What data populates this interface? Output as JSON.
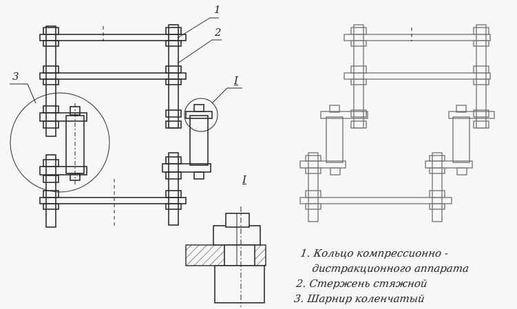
{
  "callouts": {
    "one": "1",
    "two": "2",
    "three": "3",
    "detail_mark": "I",
    "detail_title": "I"
  },
  "legend": {
    "line1": "1. Кольцо компрессионно -",
    "line2": "дистракционного аппарата",
    "line3": "2. Стержень стяжной",
    "line4": "3. Шарнир коленчатый"
  }
}
